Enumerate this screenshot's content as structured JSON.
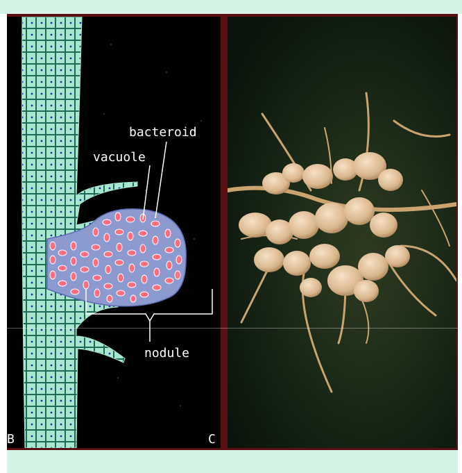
{
  "labels": {
    "bacteroid": "bacteroid",
    "vacuole": "vacuole",
    "nodule": "nodule",
    "panel_b": "B",
    "panel_c": "C"
  },
  "colors": {
    "background_band": "#d4f3e6",
    "frame": "#5a0f15",
    "root_tissue": "#a9e6cf",
    "cell_nucleus": "#1a2fa0",
    "nodule_cell": "#8c9ad0",
    "bacteroid": "#ff6f7f"
  }
}
